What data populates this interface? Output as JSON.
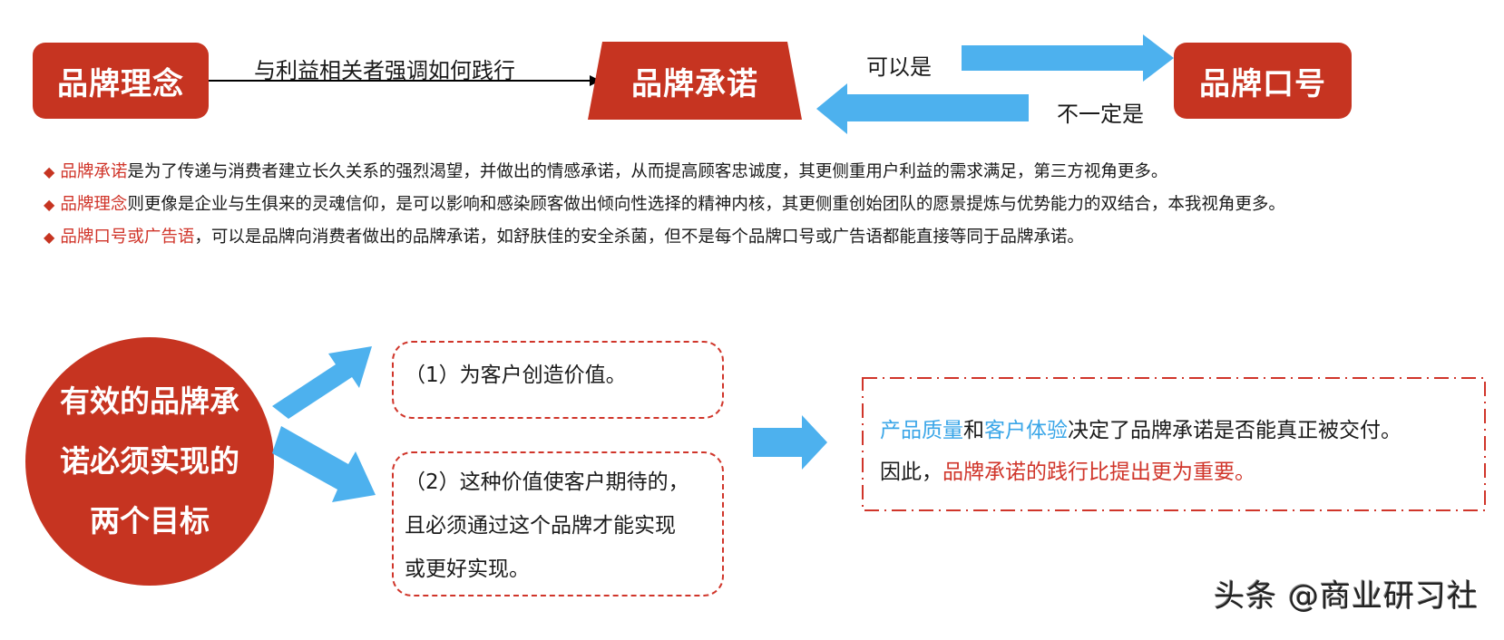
{
  "top_flow": {
    "brand_philosophy": "品牌理念",
    "brand_promise": "品牌承诺",
    "brand_slogan": "品牌口号",
    "arrow_label_philosophy_to_promise": "与利益相关者强调如何践行",
    "arrow_label_promise_to_slogan": "可以是",
    "arrow_label_slogan_to_promise": "不一定是"
  },
  "bullets": [
    {
      "marker": "◆",
      "highlight": "品牌承诺",
      "text": "是为了传递与消费者建立长久关系的强烈渴望，并做出的情感承诺，从而提高顾客忠诚度，其更侧重用户利益的需求满足，第三方视角更多。"
    },
    {
      "marker": "◆",
      "highlight": "品牌理念",
      "text": "则更像是企业与生俱来的灵魂信仰，是可以影响和感染顾客做出倾向性选择的精神内核，其更侧重创始团队的愿景提炼与优势能力的双结合，本我视角更多。"
    },
    {
      "marker": "◆",
      "highlight": "品牌口号或广告语",
      "text": "，可以是品牌向消费者做出的品牌承诺，如舒肤佳的安全杀菌，但不是每个品牌口号或广告语都能直接等同于品牌承诺。"
    }
  ],
  "goals": {
    "circle_lines": [
      "有效的品牌承",
      "诺必须实现的",
      "两个目标"
    ],
    "goal1": "（1）为客户创造价值。",
    "goal2_lines": [
      "（2）这种价值使客户期待的，",
      "且必须通过这个品牌才能实现",
      "或更好实现。"
    ]
  },
  "conclusion": {
    "line1_blue1": "产品质量",
    "line1_join": "和",
    "line1_blue2": "客户体验",
    "line1_rest": "决定了品牌承诺是否能真正被交付。",
    "line2_prefix": "因此，",
    "line2_red": "品牌承诺的践行比提出更为重要。"
  },
  "watermark": "头条 @商业研习社",
  "colors": {
    "brand_red": "#c63421",
    "arrow_blue": "#4db1ee",
    "highlight_red": "#d0352a",
    "highlight_blue": "#3aa6e8"
  }
}
